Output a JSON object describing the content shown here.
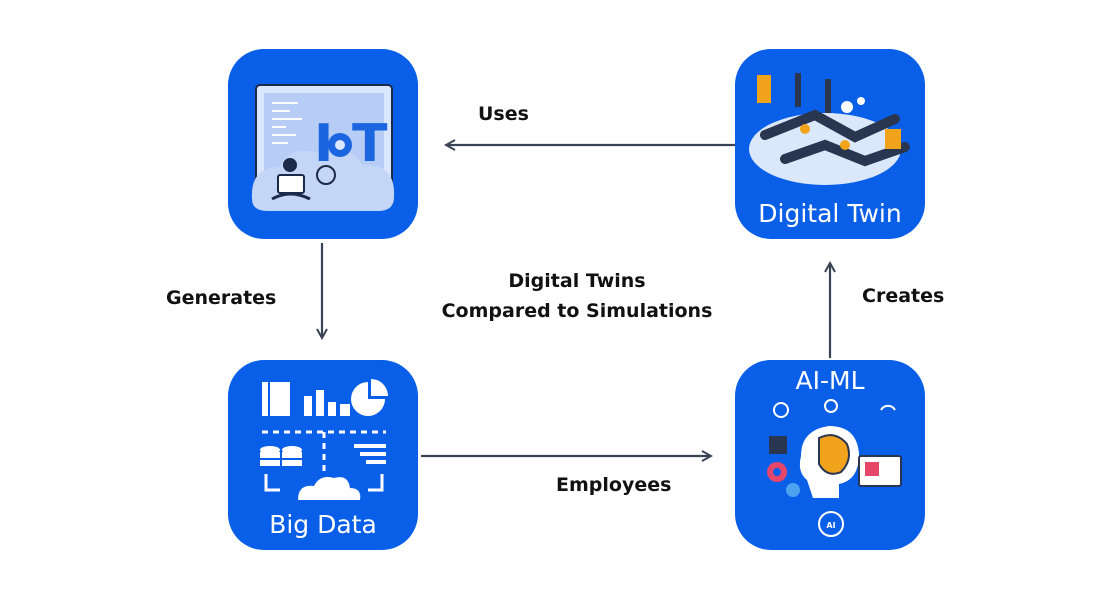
{
  "nodes": {
    "iot": {
      "label": "",
      "icon": "iot-icon"
    },
    "digital_twin": {
      "label": "Digital Twin",
      "icon": "factory-line-icon"
    },
    "big_data": {
      "label": "Big Data",
      "icon": "data-dashboard-icon"
    },
    "ai_ml": {
      "label": "AI-ML",
      "icon": "ai-head-icon"
    }
  },
  "edges": {
    "uses": "Uses",
    "generates": "Generates",
    "creates": "Creates",
    "employees": "Employees"
  },
  "title": {
    "line1": "Digital Twins",
    "line2": "Compared to Simulations"
  },
  "colors": {
    "card_blue": "#0a5fe8",
    "arrow": "#3a4256",
    "text": "#111111"
  }
}
